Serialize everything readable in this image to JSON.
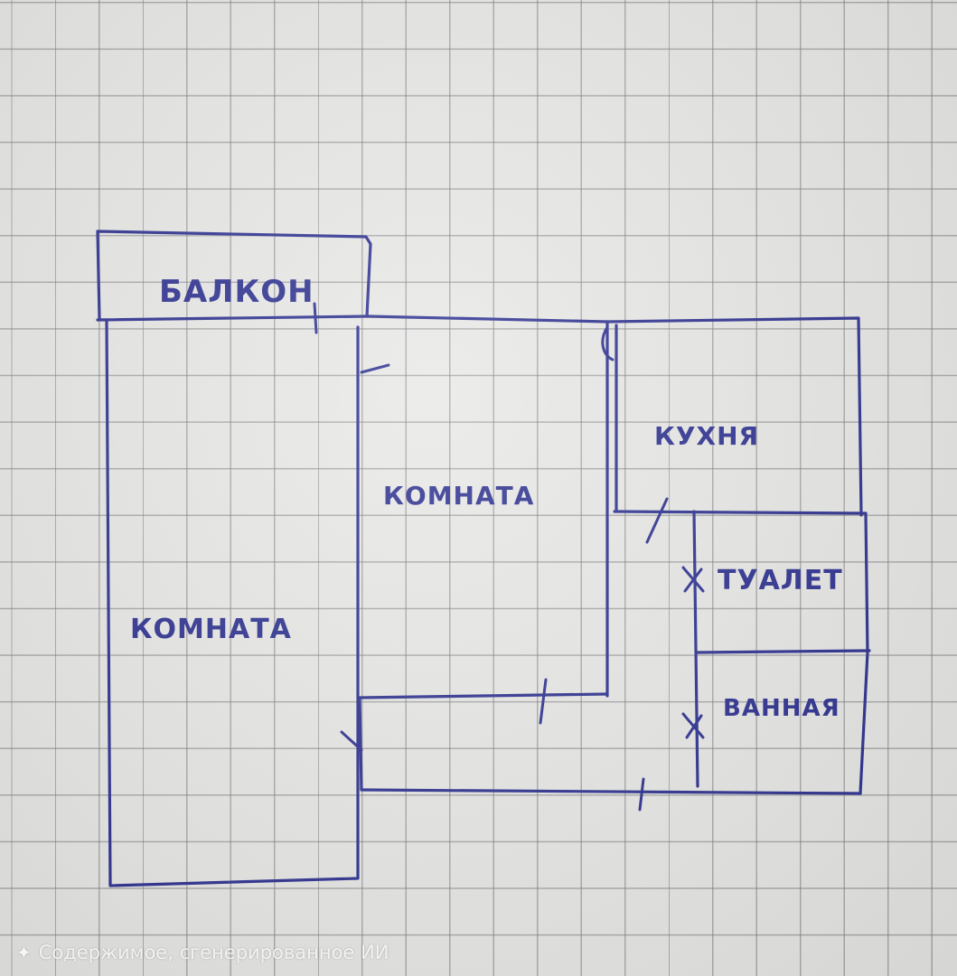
{
  "rooms": {
    "balcony": "БАЛКОН",
    "room_left": "КОМНАТА",
    "room_center": "КОМНАТА",
    "kitchen": "КУХНЯ",
    "toilet": "ТУАЛЕТ",
    "bathroom": "ВАННАЯ"
  },
  "footer": {
    "watermark": "Содержимое, сгенерированное ИИ",
    "watermark_icon": "sparkle-icon"
  },
  "colors": {
    "ink": "#2b2f8f",
    "paper": "#e8e8e6",
    "grid": "#78787d"
  }
}
